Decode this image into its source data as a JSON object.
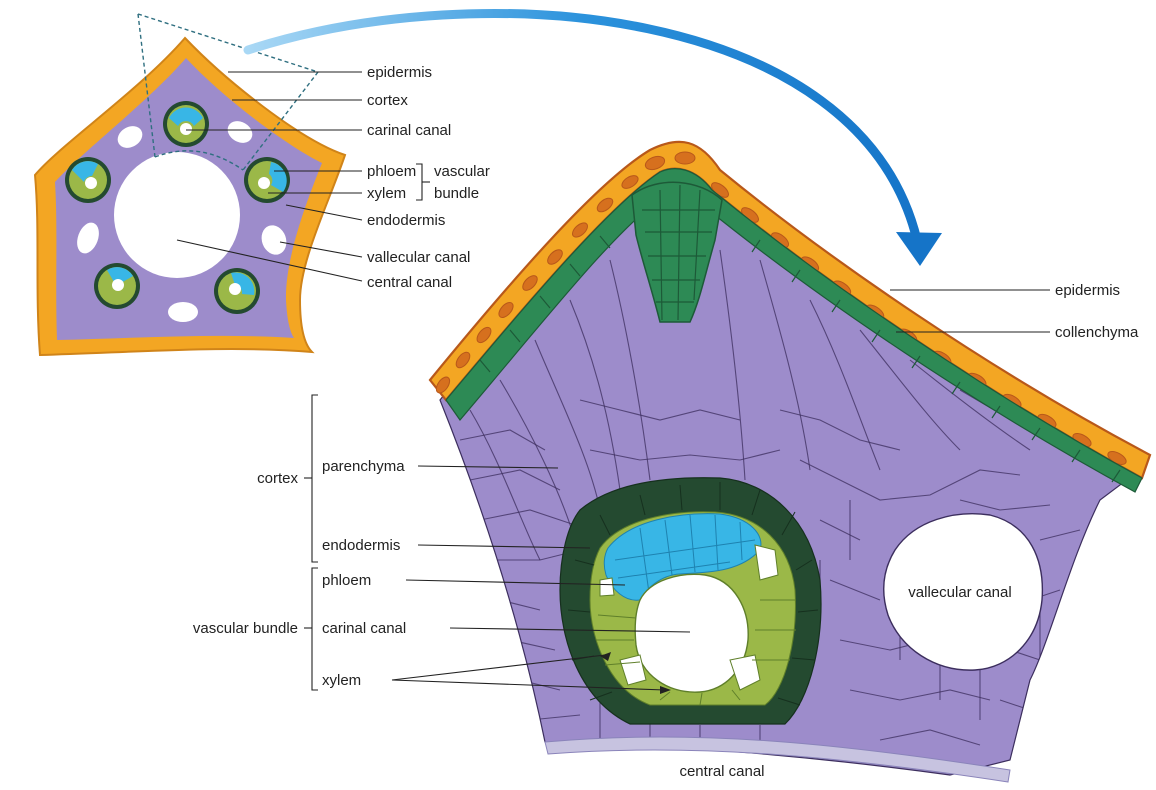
{
  "small_section": {
    "labels": {
      "epidermis": "epidermis",
      "cortex": "cortex",
      "carinal_canal": "carinal canal",
      "phloem": "phloem",
      "xylem": "xylem",
      "vascular_bundle_line1": "vascular",
      "vascular_bundle_line2": "bundle",
      "endodermis": "endodermis",
      "vallecular_canal": "vallecular canal",
      "central_canal": "central canal"
    }
  },
  "large_section": {
    "labels": {
      "epidermis": "epidermis",
      "collenchyma": "collenchyma",
      "cortex": "cortex",
      "parenchyma": "parenchyma",
      "endodermis": "endodermis",
      "vascular_bundle": "vascular bundle",
      "phloem": "phloem",
      "carinal_canal": "carinal canal",
      "xylem": "xylem",
      "vallecular_canal": "vallecular canal",
      "central_canal": "central canal"
    }
  },
  "colors": {
    "epidermis": "#f3a623",
    "epidermis_dark": "#b8581a",
    "cortex": "#9d8ccb",
    "cell_outline": "#3c2e5e",
    "collenchyma": "#2d8a55",
    "endodermis": "#244a30",
    "phloem": "#38b6e6",
    "xylem": "#9bb848",
    "arrow": "#1a7fd2"
  }
}
